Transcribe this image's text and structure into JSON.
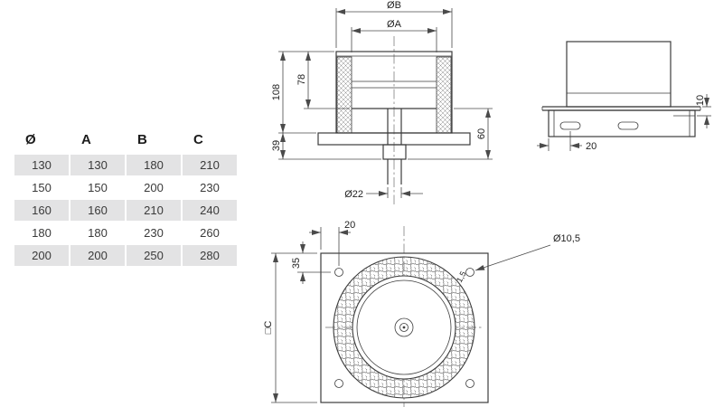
{
  "table": {
    "headers": [
      "Ø",
      "A",
      "B",
      "C"
    ],
    "rows": [
      [
        "130",
        "130",
        "180",
        "210"
      ],
      [
        "150",
        "150",
        "200",
        "230"
      ],
      [
        "160",
        "160",
        "210",
        "240"
      ],
      [
        "180",
        "180",
        "230",
        "260"
      ],
      [
        "200",
        "200",
        "250",
        "280"
      ]
    ]
  },
  "section_view": {
    "dia_b": "ØB",
    "dia_a": "ØA",
    "height_total": "108",
    "height_inner": "78",
    "height_base": "39",
    "height_outlet": "60",
    "dia_drain": "Ø22"
  },
  "side_view": {
    "offset_plate": "10",
    "offset_slot": "20"
  },
  "plan_view": {
    "hole_offset_x": "20",
    "hole_offset_y": "35",
    "plate_size": "□C",
    "hole_dia": "Ø10,5",
    "thickness": "1,5"
  },
  "colors": {
    "row_shaded": "#e3e3e4",
    "line": "#3c3c3c"
  }
}
